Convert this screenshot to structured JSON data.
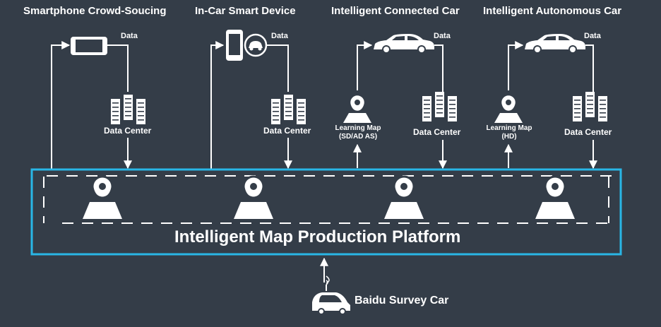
{
  "columns": [
    {
      "title": "Smartphone Crowd-Soucing",
      "data_label": "Data",
      "data_center_label": "Data Center",
      "source_icon": "smartphone-icon"
    },
    {
      "title": "In-Car Smart Device",
      "data_label": "Data",
      "data_center_label": "Data Center",
      "source_icon": "in-car-device-icon"
    },
    {
      "title": "Intelligent  Connected Car",
      "data_label": "Data",
      "data_center_label": "Data Center",
      "source_icon": "car-icon",
      "learning_map": [
        "Learning Map",
        "(SD/AD AS)"
      ]
    },
    {
      "title": "Intelligent Autonomous Car",
      "data_label": "Data",
      "data_center_label": "Data Center",
      "source_icon": "car-icon",
      "learning_map": [
        "Learning Map",
        "(HD)"
      ]
    }
  ],
  "platform": {
    "title": "Intelligent Map Production Platform",
    "border_color": "#29b6e6",
    "map_pin_count": 4
  },
  "survey_car": {
    "label": "Baidu Survey Car"
  },
  "colors": {
    "background": "#343d48",
    "foreground": "#ffffff",
    "accent": "#29b6e6"
  }
}
